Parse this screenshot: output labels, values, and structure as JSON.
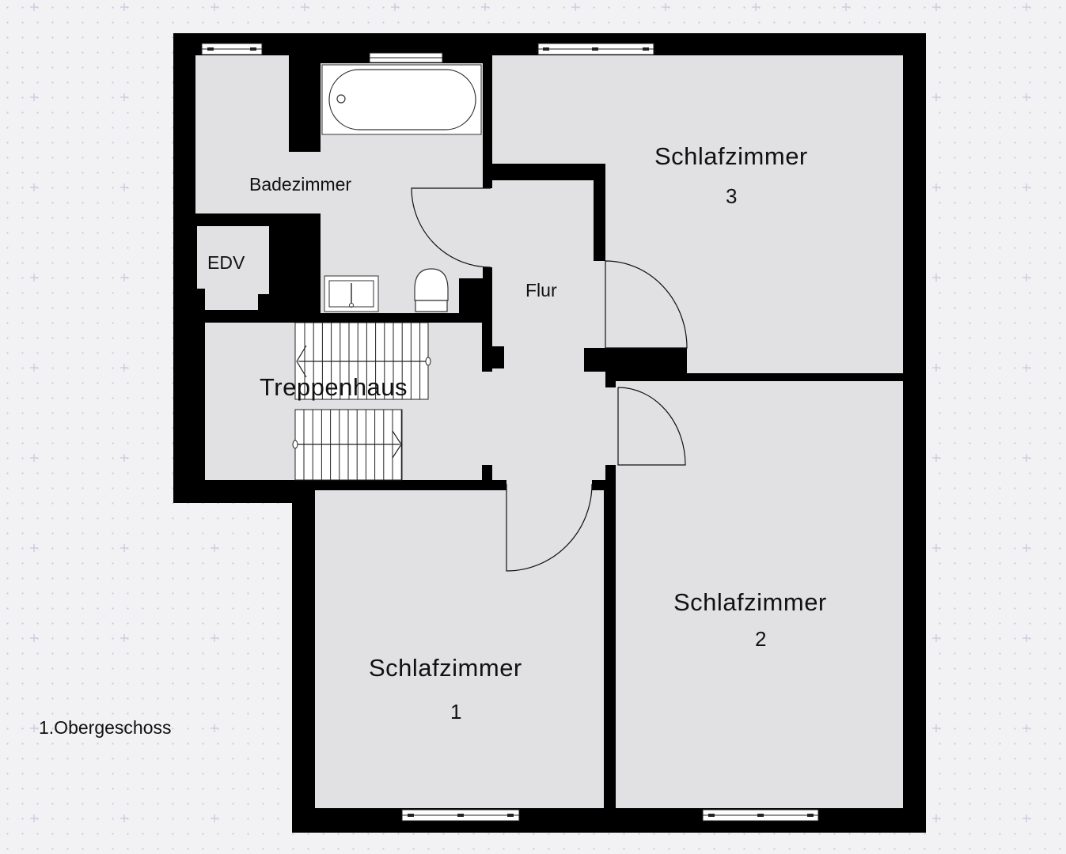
{
  "plan": {
    "floor_label": "1.Obergeschoss",
    "rooms": {
      "bathroom": {
        "name": "Badezimmer"
      },
      "server_room": {
        "name": "EDV"
      },
      "hallway": {
        "name": "Flur"
      },
      "staircase": {
        "name": "Treppenhaus"
      },
      "bedroom_1": {
        "name": "Schlafzimmer",
        "number": "1"
      },
      "bedroom_2": {
        "name": "Schlafzimmer",
        "number": "2"
      },
      "bedroom_3": {
        "name": "Schlafzimmer",
        "number": "3"
      }
    }
  },
  "colors": {
    "wall": "#000000",
    "floor": "#e1e1e3",
    "background": "#f2f2f4",
    "grid_marks": "#c9ccd9"
  }
}
